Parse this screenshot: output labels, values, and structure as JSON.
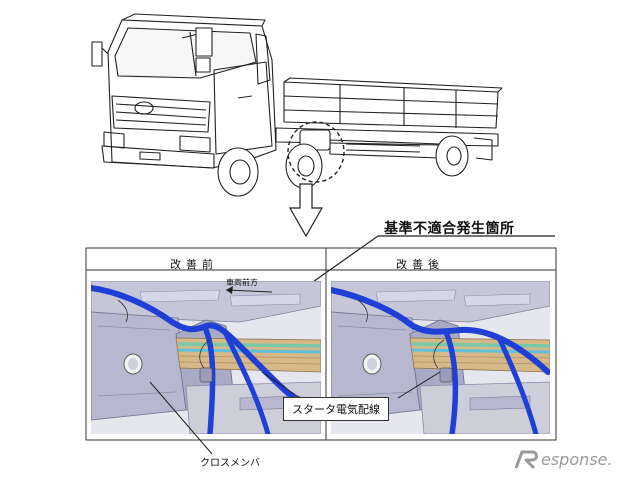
{
  "callouts": {
    "defect_location": "基準不適合発生箇所",
    "before": "改善前",
    "after": "改善後",
    "vehicle_front": "車両前方",
    "starter_wiring": "スタータ電気配線",
    "cross_member": "クロスメンバ"
  },
  "brand": {
    "name": "esponse.",
    "logo": "response-logo"
  },
  "colors": {
    "wire_blue": "#1f3fd6",
    "frame_gray": "#b7b8cf",
    "frame_dark": "#8a8ba8",
    "harness_tan": "#d6b889",
    "harness_green": "#78c9a8",
    "harness_teal": "#5fc0d8",
    "background": "#ffffff"
  }
}
